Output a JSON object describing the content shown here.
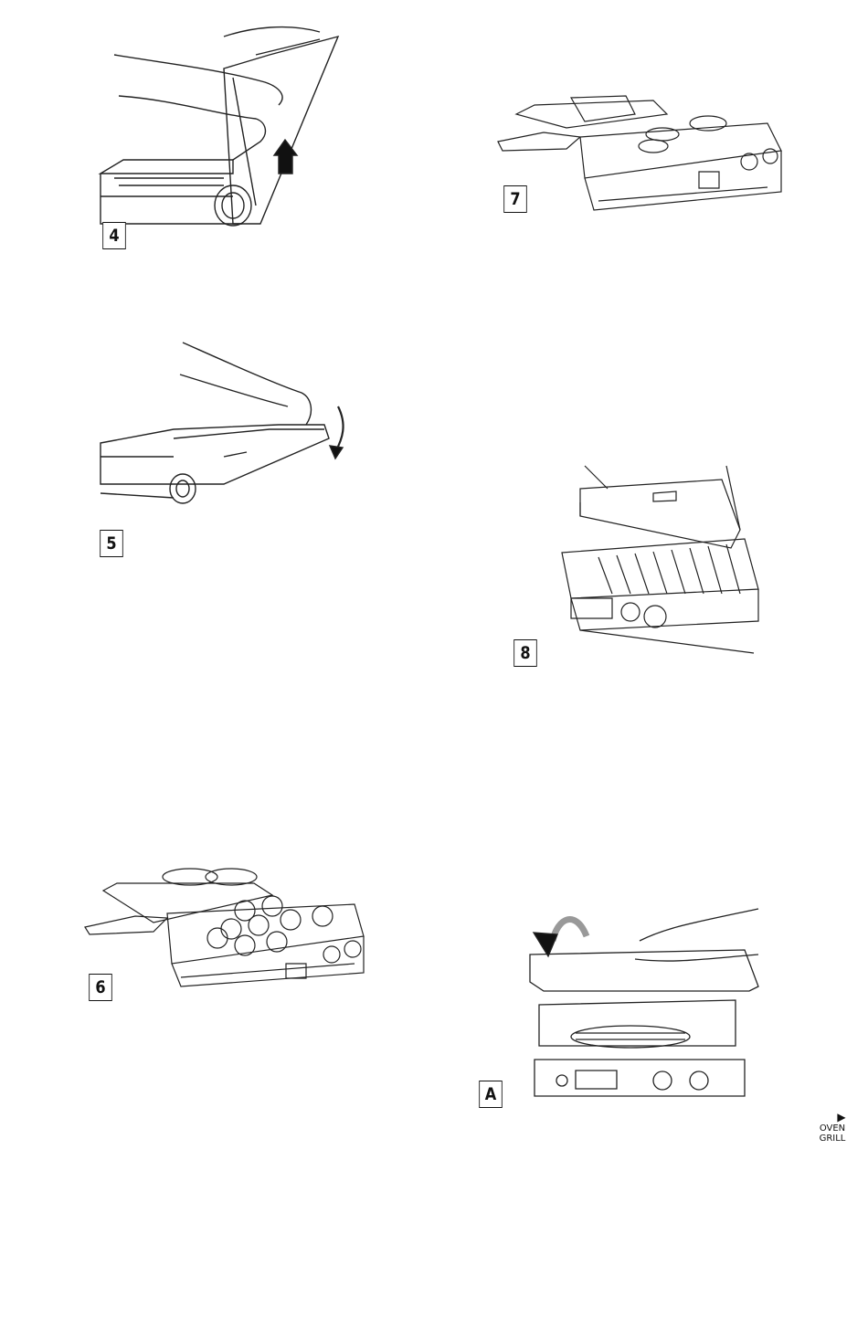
{
  "figures": [
    {
      "label": "4",
      "icon": "grill-plate-removal-lift-icon"
    },
    {
      "label": "5",
      "icon": "grill-lid-lower-icon"
    },
    {
      "label": "6",
      "icon": "grill-burgers-open-flat-icon"
    },
    {
      "label": "7",
      "icon": "griddle-eggs-open-flat-icon"
    },
    {
      "label": "8",
      "icon": "grill-top-plate-icon"
    },
    {
      "label": "A",
      "icon": "grill-panini-close-lid-icon"
    }
  ],
  "nav": {
    "arrow": "▶",
    "line1": "OVEN",
    "line2": "GRILL",
    "icon": "play-arrow-icon"
  }
}
